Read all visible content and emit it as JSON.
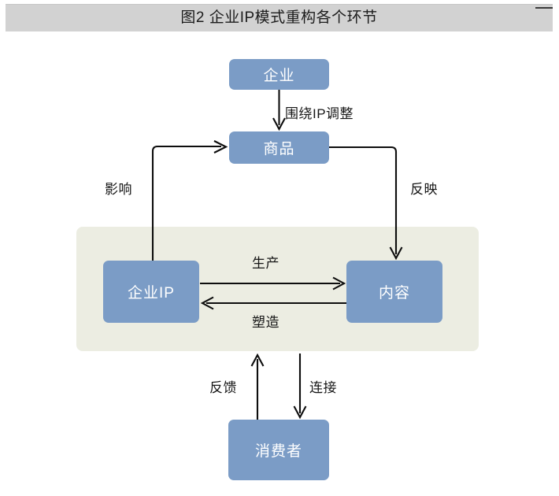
{
  "title": {
    "text": "图2  企业IP模式重构各个环节"
  },
  "colors": {
    "banner": "#d2d2d2",
    "node_fill": "#7b9cc6",
    "node_text": "#ffffff",
    "panel": "#ecede2",
    "edge": "#0d0d0d",
    "background": "#ffffff"
  },
  "diagram": {
    "type": "flow-diagram",
    "nodes": [
      {
        "id": "enterprise",
        "label": "企业"
      },
      {
        "id": "product",
        "label": "商品"
      },
      {
        "id": "enterprise_ip",
        "label": "企业IP"
      },
      {
        "id": "content",
        "label": "内容"
      },
      {
        "id": "consumer",
        "label": "消费者"
      }
    ],
    "edges": [
      {
        "id": "adjust",
        "from": "enterprise",
        "to": "product",
        "label": "围绕IP调整"
      },
      {
        "id": "influence",
        "from": "enterprise_ip",
        "to": "product",
        "label": "影响"
      },
      {
        "id": "reflect",
        "from": "product",
        "to": "content",
        "label": "反映"
      },
      {
        "id": "produce",
        "from": "enterprise_ip",
        "to": "content",
        "label": "生产"
      },
      {
        "id": "shape",
        "from": "content",
        "to": "enterprise_ip",
        "label": "塑造"
      },
      {
        "id": "feedback",
        "from": "consumer",
        "to": "enterprise_ip",
        "label": "反馈"
      },
      {
        "id": "connect",
        "from": "content",
        "to": "consumer",
        "label": "连接"
      }
    ],
    "highlight_region": {
      "id": "core-loop-panel",
      "contains": [
        "enterprise_ip",
        "content"
      ]
    }
  }
}
